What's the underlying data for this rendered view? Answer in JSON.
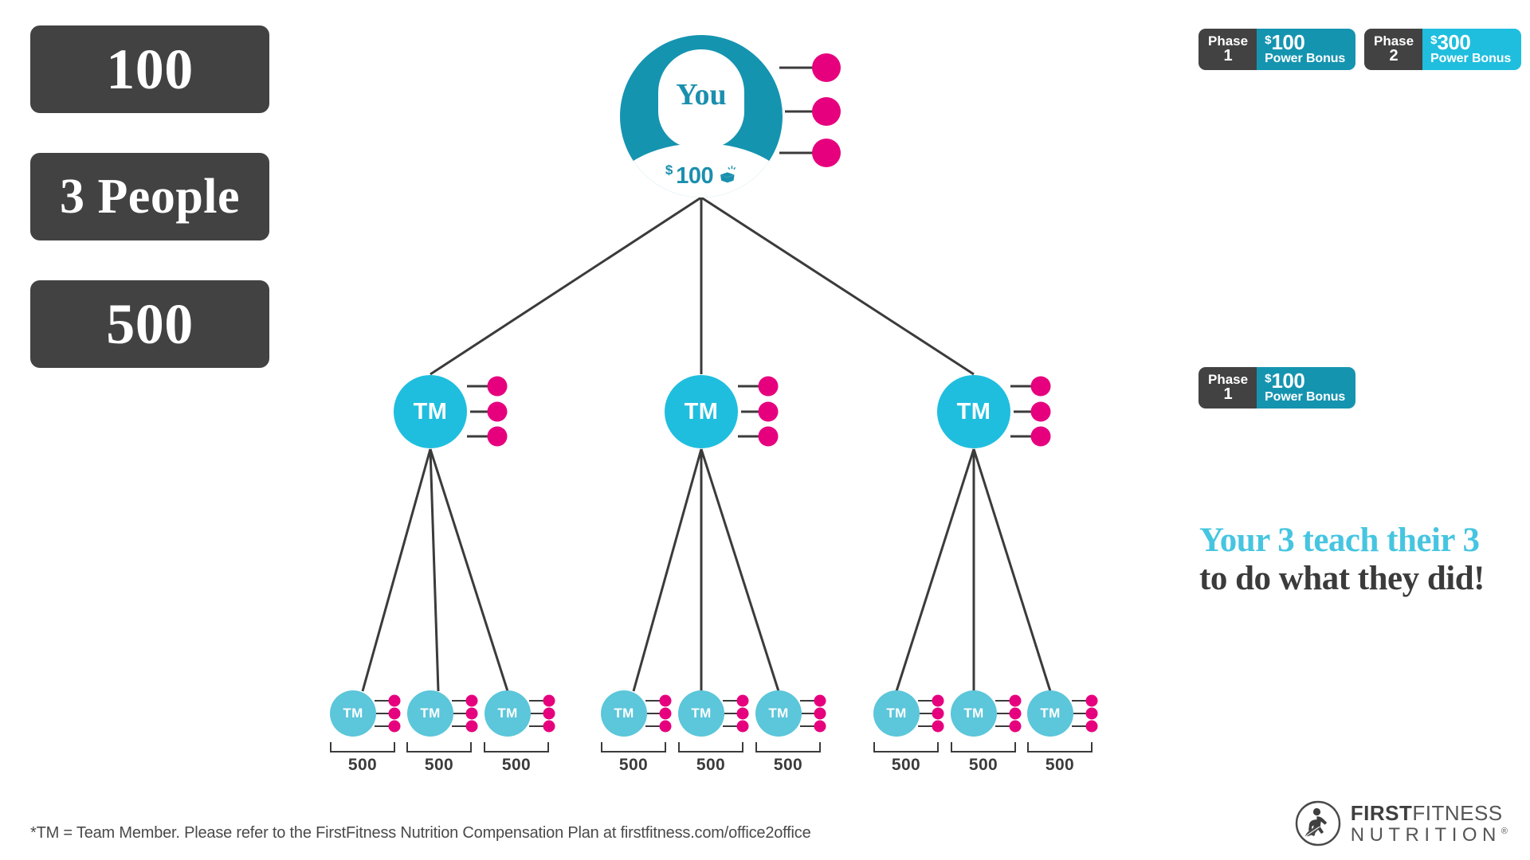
{
  "stats": [
    {
      "value": "100"
    },
    {
      "value": "3 People"
    },
    {
      "value": "500"
    }
  ],
  "root": {
    "label": "You",
    "amount_currency": "$",
    "amount_value": "100",
    "icon": "gift-box-icon",
    "legs": 3
  },
  "level2": [
    {
      "label": "TM",
      "legs": 3
    },
    {
      "label": "TM",
      "legs": 3
    },
    {
      "label": "TM",
      "legs": 3
    }
  ],
  "level3": [
    {
      "label": "TM",
      "legs": 3,
      "bracket_value": "500"
    },
    {
      "label": "TM",
      "legs": 3,
      "bracket_value": "500"
    },
    {
      "label": "TM",
      "legs": 3,
      "bracket_value": "500"
    },
    {
      "label": "TM",
      "legs": 3,
      "bracket_value": "500"
    },
    {
      "label": "TM",
      "legs": 3,
      "bracket_value": "500"
    },
    {
      "label": "TM",
      "legs": 3,
      "bracket_value": "500"
    },
    {
      "label": "TM",
      "legs": 3,
      "bracket_value": "500"
    },
    {
      "label": "TM",
      "legs": 3,
      "bracket_value": "500"
    },
    {
      "label": "TM",
      "legs": 3,
      "bracket_value": "500"
    }
  ],
  "badges": [
    {
      "phase_word": "Phase",
      "phase_number": "1",
      "currency": "$",
      "amount": "100",
      "bonus_label": "Power Bonus",
      "accent": "#1594b0"
    },
    {
      "phase_word": "Phase",
      "phase_number": "2",
      "currency": "$",
      "amount": "300",
      "bonus_label": "Power Bonus",
      "accent": "#1fbede"
    },
    {
      "phase_word": "Phase",
      "phase_number": "1",
      "currency": "$",
      "amount": "100",
      "bonus_label": "Power Bonus",
      "accent": "#1594b0"
    }
  ],
  "headline": {
    "line1": "Your 3 teach their 3",
    "line2": "to do what they did!"
  },
  "footer": {
    "note": "*TM = Team Member. Please refer to the FirstFitness Nutrition Compensation Plan at firstfitness.com/office2office"
  },
  "brand": {
    "word_bold": "FIRST",
    "word_light": "FITNESS",
    "word_sub": "NUTRITION",
    "registered": "®"
  },
  "colors": {
    "pill_bg": "#424242",
    "root_teal": "#1594b0",
    "tm2_cyan": "#1fbede",
    "tm3_cyan": "#5cc6da",
    "leg_magenta": "#e6007e",
    "line_gray": "#3b3b3b",
    "headline_cyan": "#46c5e0",
    "headline_dark": "#3b3b3b"
  }
}
